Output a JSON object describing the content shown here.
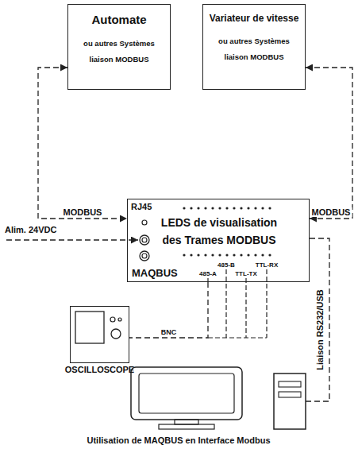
{
  "diagram": {
    "caption": "Utilisation de MAQBUS en Interface Modbus",
    "nodes": [
      {
        "text": [
          "Automate",
          "ou autres Systèmes liaison MODBUS"
        ]
      },
      {
        "text": [
          "Variateur de vitesse",
          "ou autres Systèmes liaison MODBUS"
        ]
      },
      {
        "text": [
          "RJ45",
          "LEDS de visualisation des Trames MODBUS",
          "MAQBUS"
        ]
      },
      {
        "text": [
          "OSCILLOSCOPE"
        ]
      }
    ],
    "edges": [
      {
        "from": 0,
        "to": 2,
        "arrow": "both",
        "label": "MODBUS"
      },
      {
        "from": 1,
        "to": 2,
        "arrow": "both",
        "label": "MODBUS"
      },
      {
        "from": 2,
        "to": 3,
        "arrow": "none",
        "label": "BNC"
      }
    ],
    "labels": [
      "Alim. 24VDC",
      "485-A",
      "485-B",
      "TTL-TX",
      "TTL-RX",
      "Liaison RS232/USB"
    ]
  }
}
